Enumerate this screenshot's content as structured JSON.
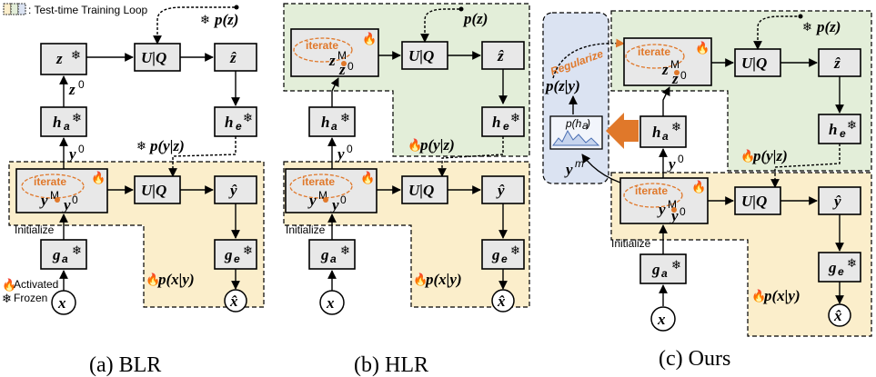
{
  "legend": {
    "loop": ": Test-time Training Loop",
    "activated": "Activated",
    "frozen": "Frozen"
  },
  "labels": {
    "z": "z",
    "z_hat": "ẑ",
    "y_hat": "ŷ",
    "x": "x",
    "x_hat": "x̂",
    "uq": "U|Q",
    "h_a": "h",
    "h_e": "h",
    "g_a": "g",
    "g_e": "g",
    "z0": "z",
    "y0": "y",
    "yM": "y",
    "zM": "z",
    "iterate": "iterate",
    "initialize": "Initialize",
    "p_z": "p(z)",
    "p_y_given_z": "p(y|z)",
    "p_x_given_y": "p(x|y)",
    "p_z_given_y": "p(z|y)",
    "regularize": "Regularize",
    "p_ha": "p(h",
    "ym": "y"
  },
  "panels": [
    {
      "id": "a",
      "caption": "(a) BLR"
    },
    {
      "id": "b",
      "caption": "(b) HLR"
    },
    {
      "id": "c",
      "caption": "(c) Ours"
    }
  ],
  "colors": {
    "yellow_region": "#fbeecb",
    "green_region": "#e3eed9",
    "blue_region": "#dbe3f2",
    "box_fill": "#e8e8e8",
    "accent_orange": "#e0782a"
  }
}
